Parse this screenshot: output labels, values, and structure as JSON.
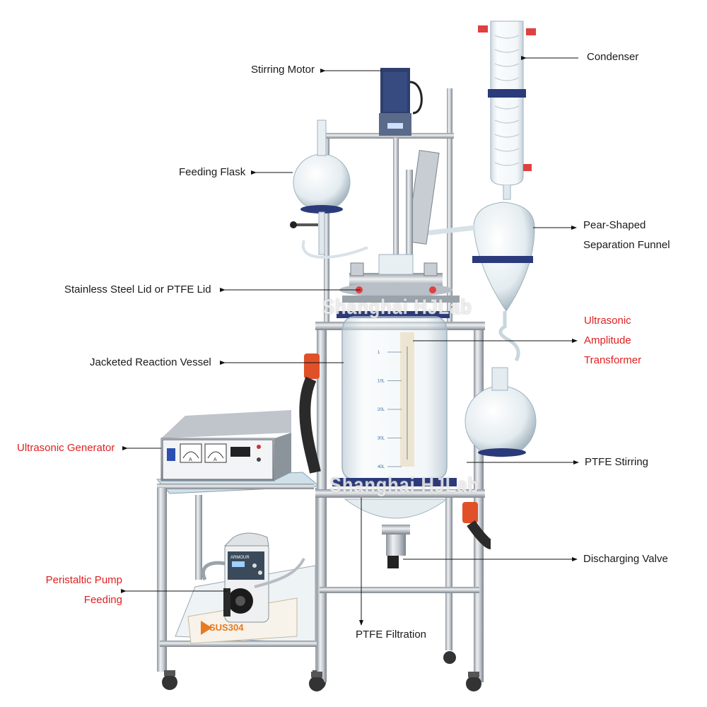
{
  "labels": {
    "condenser": "Condenser",
    "stirring_motor": "Stirring Motor",
    "feeding_flask": "Feeding Flask",
    "pear_funnel_line1": "Pear-Shaped",
    "pear_funnel_line2": "Separation Funnel",
    "lid": "Stainless Steel Lid or PTFE Lid",
    "ultrasonic_line1": "Ultrasonic",
    "ultrasonic_line2": "Amplitude",
    "ultrasonic_line3": "Transformer",
    "vessel": "Jacketed Reaction Vessel",
    "generator": "Ultrasonic Generator",
    "ptfe_stirring": "PTFE Stirring",
    "discharging_valve": "Discharging Valve",
    "pump_line1": "Peristaltic Pump",
    "pump_line2": "Feeding",
    "ptfe_filtration": "PTFE Filtration"
  },
  "watermark": "Shanghai HJLab",
  "device_text": {
    "pump_brand": "ARMOUR",
    "plate_text": "SUS304",
    "gauge_labels": [
      "A",
      "A"
    ]
  },
  "vessel_scale": [
    "1",
    "10L",
    "20L",
    "30L",
    "40L"
  ],
  "colors": {
    "label_text": "#1a1a1a",
    "highlight_text": "#e02020",
    "steel": "#c9ced3",
    "glass": "#dde8ee",
    "navy_clamp": "#2a3a7a",
    "orange_bellows": "#e0512a",
    "red_caps": "#e04040"
  }
}
